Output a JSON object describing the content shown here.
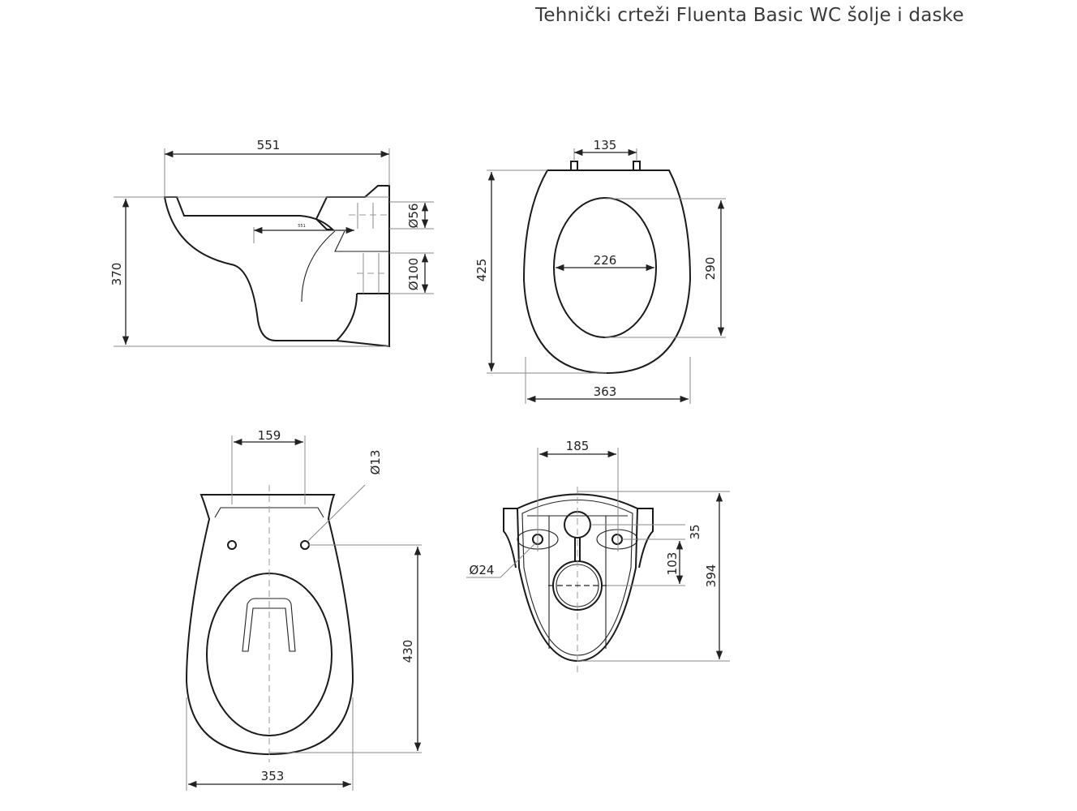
{
  "title": "Tehnički crteži Fluenta Basic WC šolje i daske",
  "side_view": {
    "width": "551",
    "height": "370",
    "inner_length": "551",
    "inlet_diameter": "Ø56",
    "outlet_diameter": "Ø100"
  },
  "seat_view": {
    "hinge_spacing": "135",
    "length": "425",
    "opening_length": "290",
    "opening_width": "226",
    "width": "363"
  },
  "top_view": {
    "hole_spacing": "159",
    "hole_diameter": "Ø13",
    "hole_to_front": "430",
    "width": "353"
  },
  "back_view": {
    "spacing": "185",
    "offset": "35",
    "drain_offset": "103",
    "height": "394",
    "hole_diameter": "Ø24"
  }
}
